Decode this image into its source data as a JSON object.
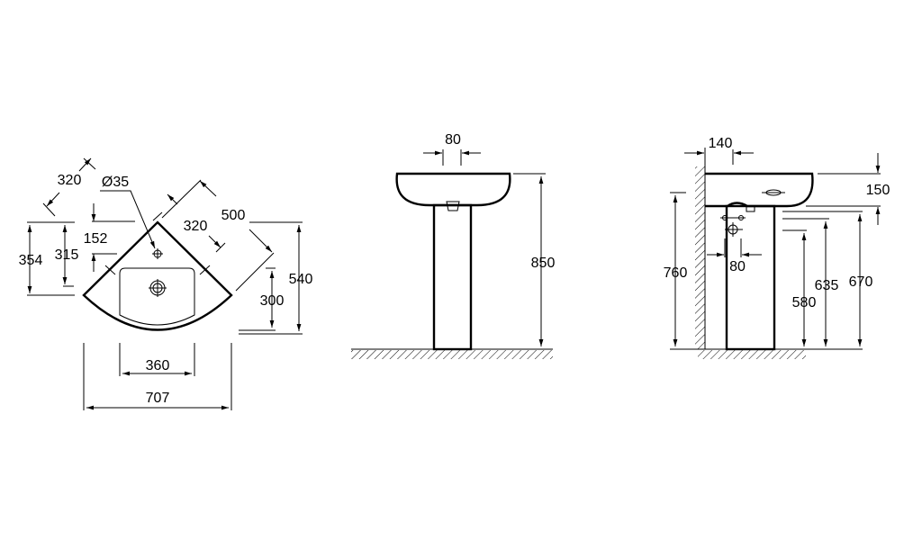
{
  "top_view": {
    "dims": {
      "corner_side": "320",
      "tap_hole_diameter": "Ø35",
      "tap_offset": "152",
      "depth_back": "354",
      "depth_inner": "315",
      "inner_side": "320",
      "outer_side": "500",
      "total_depth": "540",
      "bowl_depth": "300",
      "bowl_width": "360",
      "total_width": "707"
    }
  },
  "front_view": {
    "dims": {
      "pedestal_width": "80",
      "height": "850"
    }
  },
  "side_view": {
    "dims": {
      "wall_offset": "140",
      "basin_height": "150",
      "fixing_height": "760",
      "waste_offset": "80",
      "waste_height": "580",
      "pedestal_height": "635",
      "underside_height": "670"
    }
  }
}
